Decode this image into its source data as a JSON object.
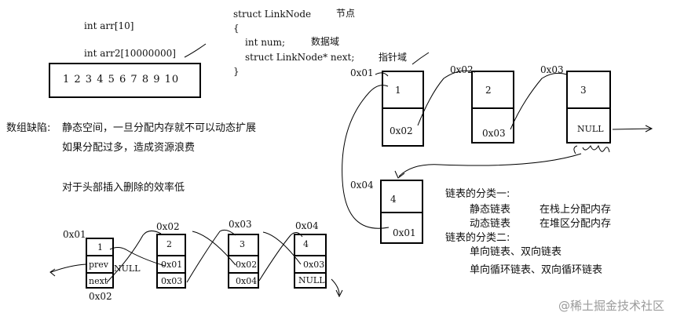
{
  "code": {
    "arr_decl": "int arr[10]",
    "arr2_decl": "int arr2[10000000]",
    "array_values": "1 2 3 4 5 6 7 8 9 10",
    "struct_header": "struct LinkNode",
    "struct_header_note": "节点",
    "open_brace": "{",
    "field_num": "int num;",
    "field_num_note": "数据域",
    "field_next": "struct LinkNode* next;",
    "field_next_note": "指针域",
    "close_brace": "}"
  },
  "array_notes": {
    "title": "数组缺陷:",
    "line1": "静态空间，一旦分配内存就不可以动态扩展",
    "line2": "如果分配过多，造成资源浪费",
    "line3": "对于头部插入删除的效率低"
  },
  "single_list": {
    "nodes": [
      {
        "addr": "0x01",
        "num": "1",
        "next": "0x02"
      },
      {
        "addr": "0x02",
        "num": "2",
        "next": "0x03"
      },
      {
        "addr": "0x03",
        "num": "3",
        "next": "NULL"
      },
      {
        "addr": "0x04",
        "num": "4",
        "next": "0x01"
      }
    ],
    "handwritten_addr": "0x04"
  },
  "double_list": {
    "nodes": [
      {
        "addr": "0x01",
        "num": "1",
        "prev": "prev",
        "next": "next",
        "prev_val": "NULL",
        "next_val": "0x02"
      },
      {
        "addr": "0x02",
        "num": "2",
        "prev": "0x01",
        "next": "0x03"
      },
      {
        "addr": "0x03",
        "num": "3",
        "prev": "0x02",
        "next": "0x04"
      },
      {
        "addr": "0x04",
        "num": "4",
        "prev": "0x03",
        "next": "NULL"
      }
    ]
  },
  "classification": {
    "title1": "链表的分类一:",
    "static_label": "静态链表",
    "static_desc": "在栈上分配内存",
    "dynamic_label": "动态链表",
    "dynamic_desc": "在堆区分配内存",
    "title2": "链表的分类二:",
    "item1": "单向链表、双向链表",
    "item2": "单向循环链表、双向循环链表"
  },
  "watermark": "@稀土掘金技术社区"
}
